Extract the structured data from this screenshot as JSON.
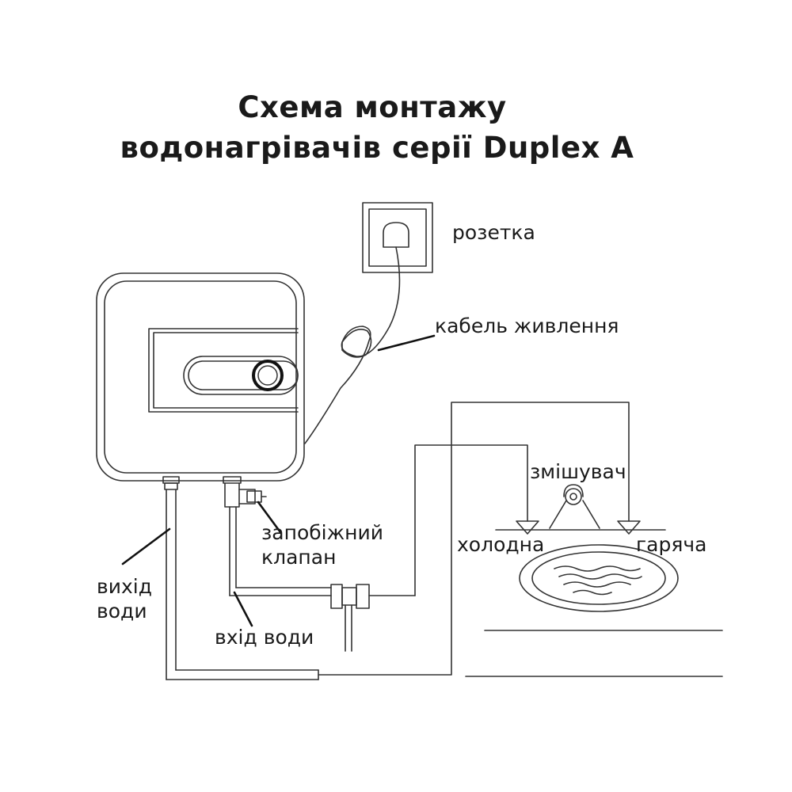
{
  "title": {
    "line1": "Схема монтажу",
    "line2": "водонагрівачів серії Duplex A"
  },
  "labels": {
    "socket": "розетка",
    "power_cable": "кабель живлення",
    "mixer": "змішувач",
    "cold": "холодна",
    "hot": "гаряча",
    "safety_valve_line1": "запобіжний",
    "safety_valve_line2": "клапан",
    "water_outlet_line1": "вихід",
    "water_outlet_line2": "води",
    "water_inlet": "вхід води"
  }
}
